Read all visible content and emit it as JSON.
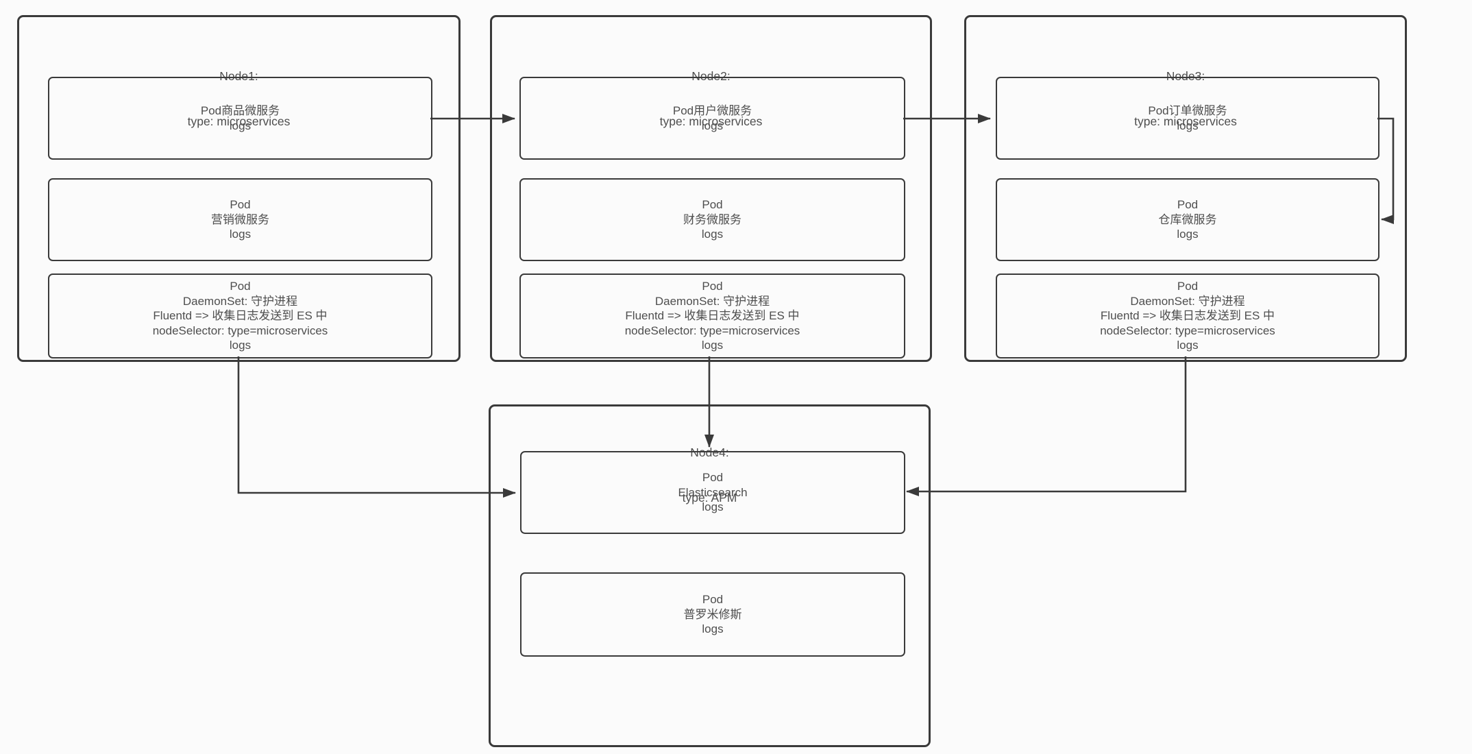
{
  "diagram": {
    "kind": "kubernetes-logging-architecture",
    "background_color": "#fbfbfb",
    "stroke_color": "#3a3a3a",
    "text_color": "#4e4e4e"
  },
  "nodes": [
    {
      "title": [
        "Node1:",
        "type: microservices"
      ],
      "pods": [
        {
          "lines": [
            "Pod商品微服务",
            "logs"
          ]
        },
        {
          "lines": [
            "Pod",
            "营销微服务",
            "logs"
          ]
        },
        {
          "lines": [
            "Pod",
            "DaemonSet: 守护进程",
            "Fluentd => 收集日志发送到 ES 中",
            "nodeSelector: type=microservices",
            "logs"
          ]
        }
      ]
    },
    {
      "title": [
        "Node2:",
        "type: microservices"
      ],
      "pods": [
        {
          "lines": [
            "Pod用户微服务",
            "logs"
          ]
        },
        {
          "lines": [
            "Pod",
            "财务微服务",
            "logs"
          ]
        },
        {
          "lines": [
            "Pod",
            "DaemonSet: 守护进程",
            "Fluentd => 收集日志发送到 ES 中",
            "nodeSelector: type=microservices",
            "logs"
          ]
        }
      ]
    },
    {
      "title": [
        "Node3:",
        "type: microservices"
      ],
      "pods": [
        {
          "lines": [
            "Pod订单微服务",
            "logs"
          ]
        },
        {
          "lines": [
            "Pod",
            "仓库微服务",
            "logs"
          ]
        },
        {
          "lines": [
            "Pod",
            "DaemonSet: 守护进程",
            "Fluentd => 收集日志发送到 ES 中",
            "nodeSelector: type=microservices",
            "logs"
          ]
        }
      ]
    },
    {
      "title": [
        "Node4:",
        "type: APM"
      ],
      "pods": [
        {
          "lines": [
            "Pod",
            "Elasticsearch",
            "logs"
          ]
        },
        {
          "lines": [
            "Pod",
            "普罗米修斯",
            "logs"
          ]
        }
      ]
    }
  ]
}
